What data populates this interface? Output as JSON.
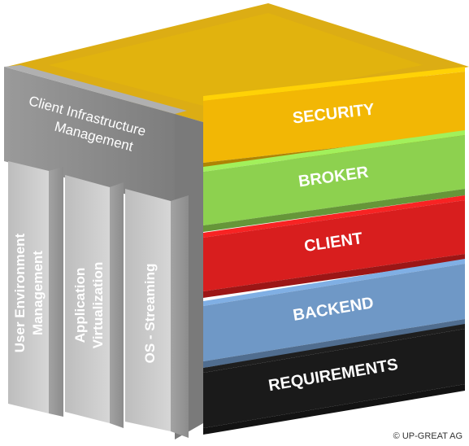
{
  "diagram": {
    "top_label_line1": "Client Infrastructure",
    "top_label_line2": "Management",
    "columns": [
      {
        "line1": "User Environment",
        "line2": "Management"
      },
      {
        "line1": "Application",
        "line2": "Virtualization"
      },
      {
        "line1": "OS - Streaming",
        "line2": ""
      }
    ],
    "layers": [
      {
        "label": "SECURITY",
        "color": "#F2B705"
      },
      {
        "label": "BROKER",
        "color": "#8DD14F"
      },
      {
        "label": "CLIENT",
        "color": "#D81E1E"
      },
      {
        "label": "BACKEND",
        "color": "#6F98C6"
      },
      {
        "label": "REQUIREMENTS",
        "color": "#1A1A1A"
      }
    ],
    "top_face_color": "#D8A400",
    "grey_color": "#8A8A8A"
  },
  "footer": {
    "copyright": "© UP-GREAT AG"
  }
}
